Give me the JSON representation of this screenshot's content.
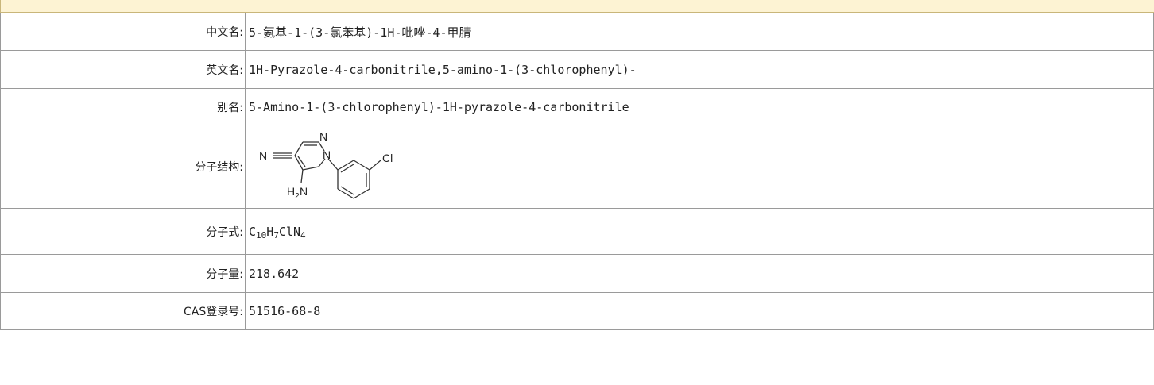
{
  "rows": [
    {
      "label": "中文名:",
      "value": "5-氨基-1-(3-氯苯基)-1H-吡唑-4-甲腈"
    },
    {
      "label": "英文名:",
      "value": "1H-Pyrazole-4-carbonitrile,5-amino-1-(3-chlorophenyl)-"
    },
    {
      "label": "别名:",
      "value": "5-Amino-1-(3-chlorophenyl)-1H-pyrazole-4-carbonitrile"
    },
    {
      "label": "分子结构:",
      "structure_atoms": {
        "n_top": "N",
        "n_ring": "N",
        "n_nitrile": "N",
        "cl": "Cl",
        "h": "H",
        "h_sub": "2",
        "n_amino": "N"
      }
    },
    {
      "label": "分子式:",
      "formula": {
        "c": "C",
        "c_n": "10",
        "h": "H",
        "h_n": "7",
        "cl": "Cl",
        "n": "N",
        "n_n": "4"
      }
    },
    {
      "label": "分子量:",
      "value": "218.642"
    },
    {
      "label": "CAS登录号:",
      "value": "51516-68-8"
    }
  ]
}
